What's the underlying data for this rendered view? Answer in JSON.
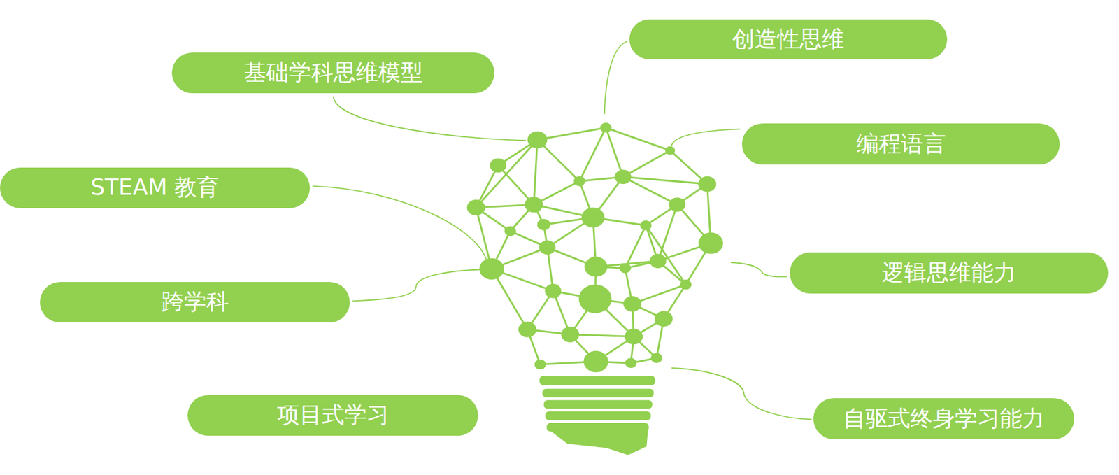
{
  "diagram": {
    "nodes": [
      {
        "text": [
          "创造性思维"
        ]
      },
      {
        "text": [
          "基础学科思维模型"
        ]
      },
      {
        "text": [
          "编程语言"
        ]
      },
      {
        "text": [
          "STEAM 教育"
        ]
      },
      {
        "text": [
          "逻辑思维能力"
        ]
      },
      {
        "text": [
          "跨学科"
        ]
      },
      {
        "text": [
          "项目式学习"
        ]
      },
      {
        "text": [
          "自驱式终身学习能力"
        ]
      }
    ]
  }
}
